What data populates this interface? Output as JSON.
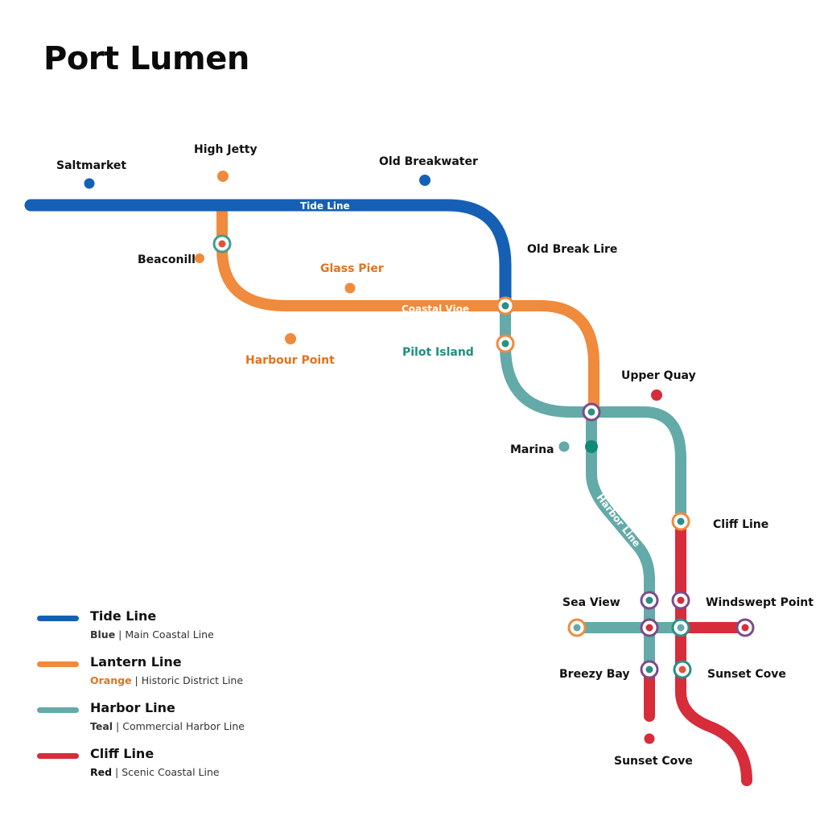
{
  "map_title": "Port Lumen",
  "colors": {
    "tide": "#1560b5",
    "lantern": "#f08a3c",
    "harbor": "#63aaa8",
    "cliff": "#d72c3a",
    "purple": "#7a4c8a",
    "green": "#0f8a75"
  },
  "line_labels": {
    "tide": "Tide Line",
    "lantern": "Coastal Vioe",
    "harbor": "Harbor Line"
  },
  "stations": {
    "saltmarket": "Saltmarket",
    "high_jetty": "High Jetty",
    "old_breakwater": "Old Breakwater",
    "old_break_lire": "Old Break Lire",
    "beaconill": "Beaconill",
    "glass_pier": "Glass Pier",
    "harbour_point": "Harbour Point",
    "pilot_island": "Pilot Island",
    "upper_quay": "Upper Quay",
    "marina": "Marina",
    "cliff_line": "Cliff Line",
    "sea_view": "Sea View",
    "windswept_point": "Windswept Point",
    "breezy_bay": "Breezy Bay",
    "sunset_cove_right": "Sunset Cove",
    "sunset_cove_bottom": "Sunset Cove"
  },
  "legend": [
    {
      "name": "Tide Line",
      "color_word": "Blue",
      "separator": " | ",
      "description": "Main Coastal Line",
      "swatch": "#1560b5",
      "word_color": "#333333"
    },
    {
      "name": "Lantern Line",
      "color_word": "Orange",
      "separator": " | ",
      "description": "Historic District Line",
      "swatch": "#f08a3c",
      "word_color": "#e0731f"
    },
    {
      "name": "Harbor Line",
      "color_word": "Teal",
      "separator": " | ",
      "description": "Commercial Harbor Line",
      "swatch": "#63aaa8",
      "word_color": "#333333"
    },
    {
      "name": "Cliff Line",
      "color_word": "Red",
      "separator": " | ",
      "description": "Scenic Coastal Line",
      "swatch": "#d72c3a",
      "word_color": "#111111"
    }
  ]
}
